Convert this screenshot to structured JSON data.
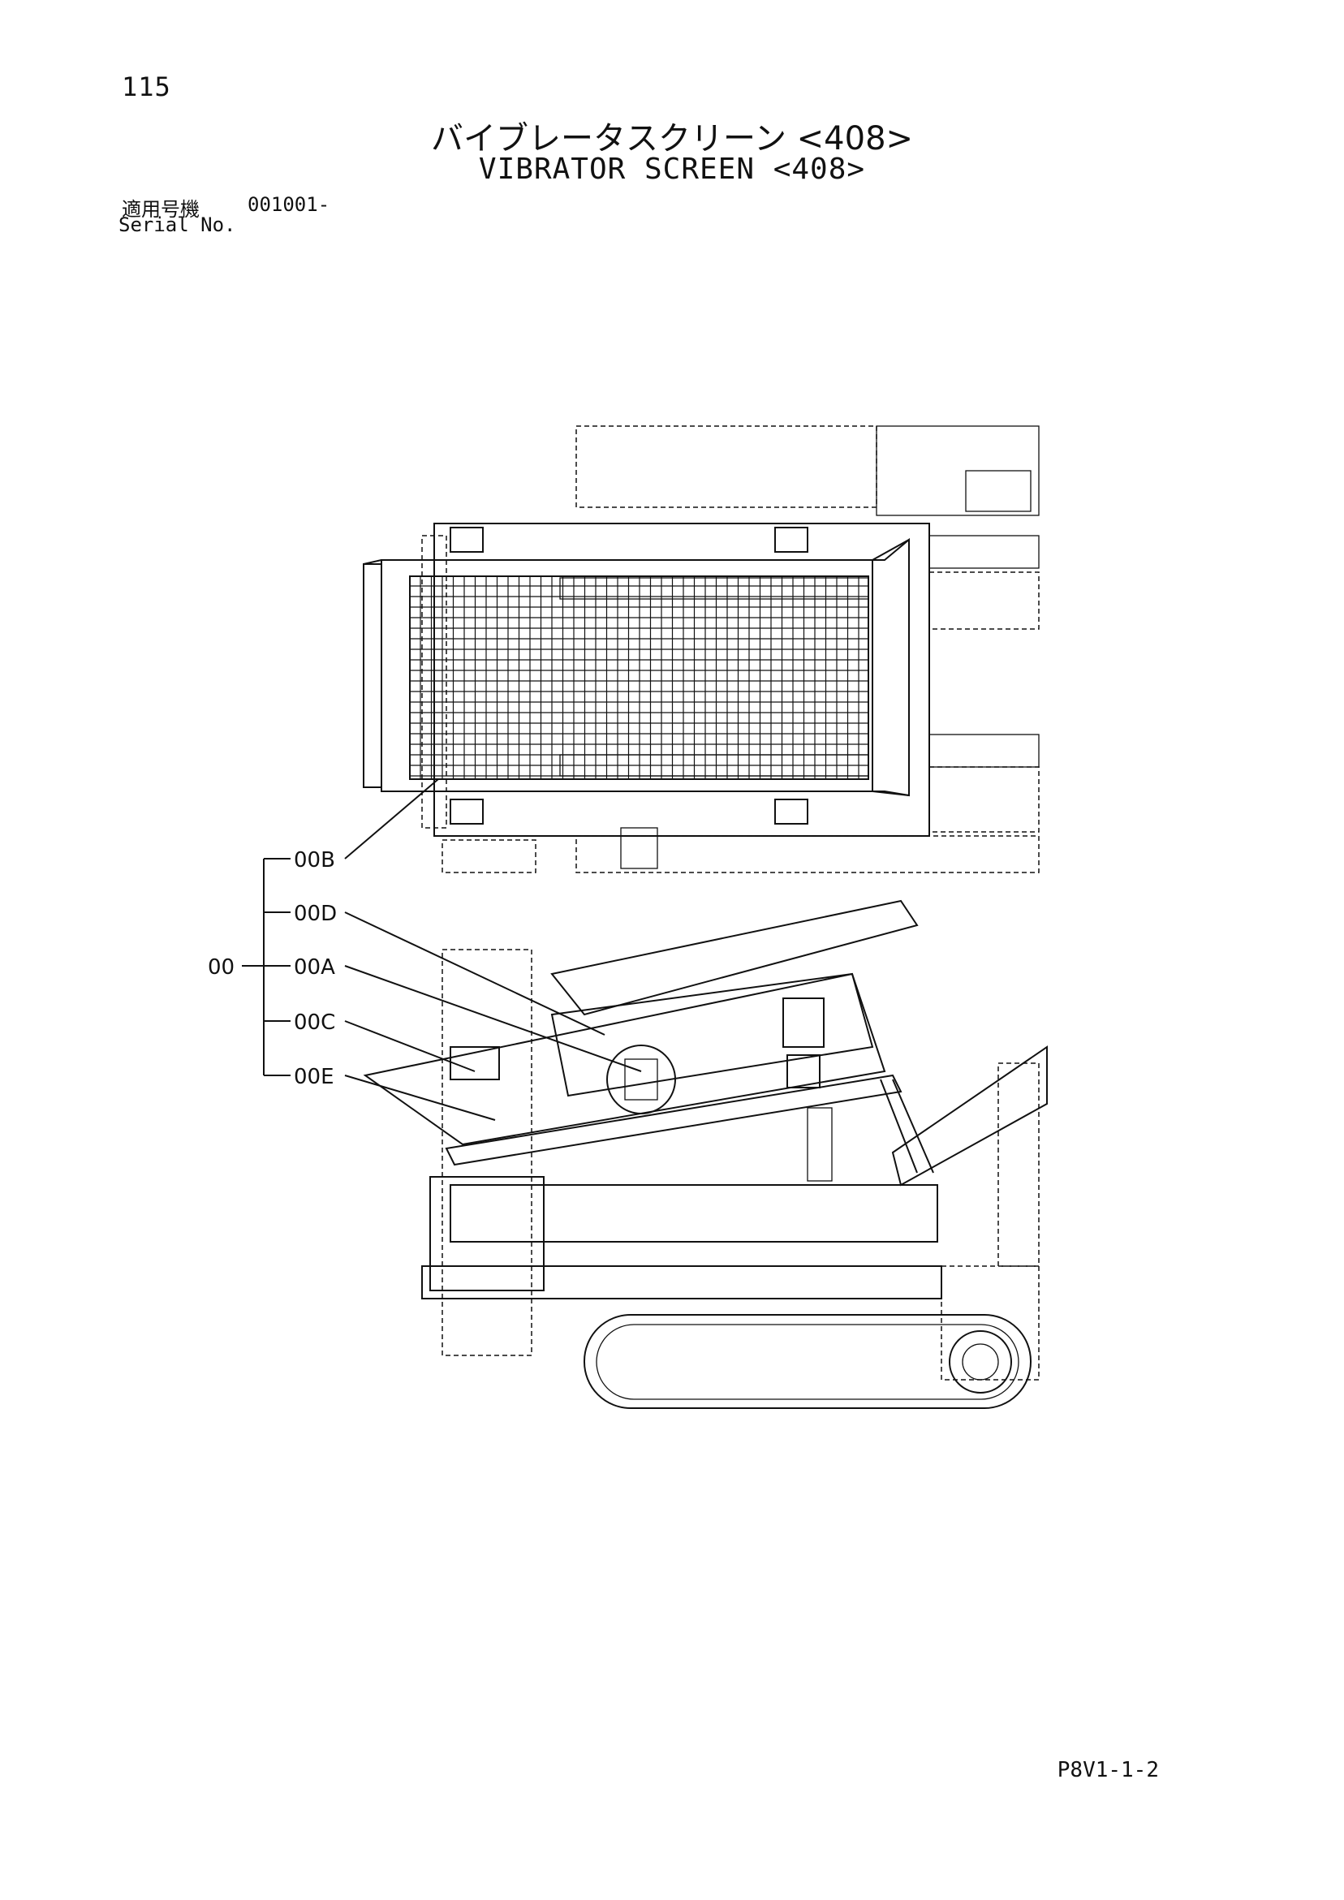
{
  "page_number": "115",
  "title_jp": "バイブレータスクリーン <408>",
  "title_en": "VIBRATOR SCREEN <408>",
  "serial": {
    "label_jp": "適用号機",
    "value": "001001-",
    "label_en": "Serial No."
  },
  "callouts": {
    "root": "00",
    "items": [
      "00B",
      "00D",
      "00A",
      "00C",
      "00E"
    ]
  },
  "footer_code": "P8V1-1-2"
}
